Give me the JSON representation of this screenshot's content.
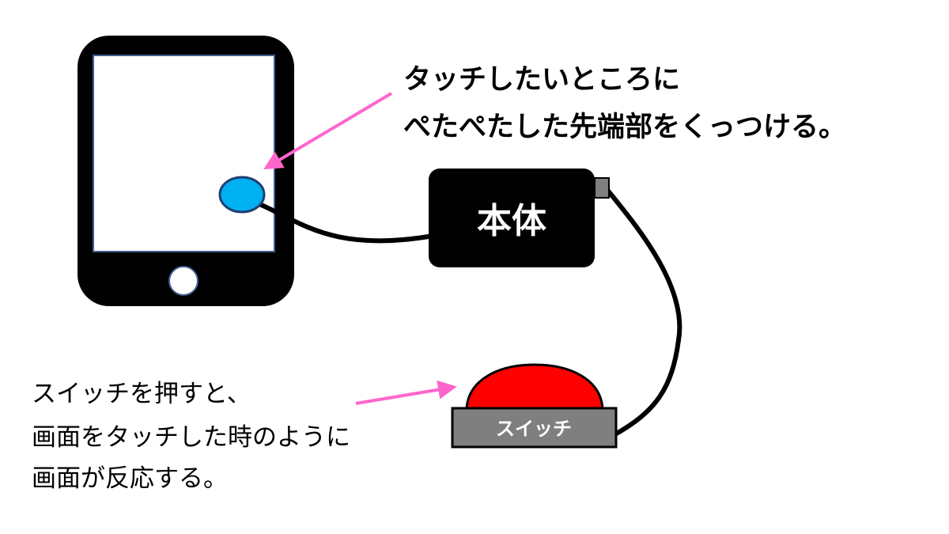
{
  "annotations": {
    "touch_line1": "タッチしたいところに",
    "touch_line2": "ぺたぺたした先端部をくっつける。",
    "switch_line1": "スイッチを押すと、",
    "switch_line2": "画面をタッチした時のように",
    "switch_line3": "画面が反応する。"
  },
  "main_unit": {
    "label": "本体"
  },
  "switch": {
    "label": "スイッチ"
  },
  "colors": {
    "arrow": "#ff66cc",
    "tip": "#00b0f0",
    "button": "#ff0000",
    "switch_base": "#7f7f7f",
    "screen_border": "#3f5f8f"
  }
}
